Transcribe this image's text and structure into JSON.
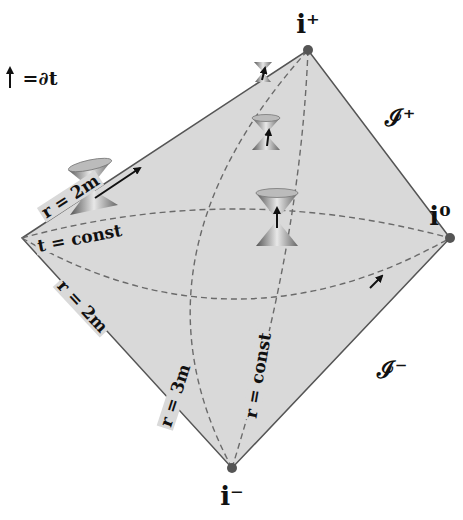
{
  "diagram": {
    "labels": [
      "i⁺",
      "i⁰",
      "i⁻",
      "=∂t",
      "r = 2m",
      "t = const",
      "r = 2m",
      "r = 3m",
      "r = const",
      "ℐ⁺",
      "ℐ⁻"
    ]
  }
}
